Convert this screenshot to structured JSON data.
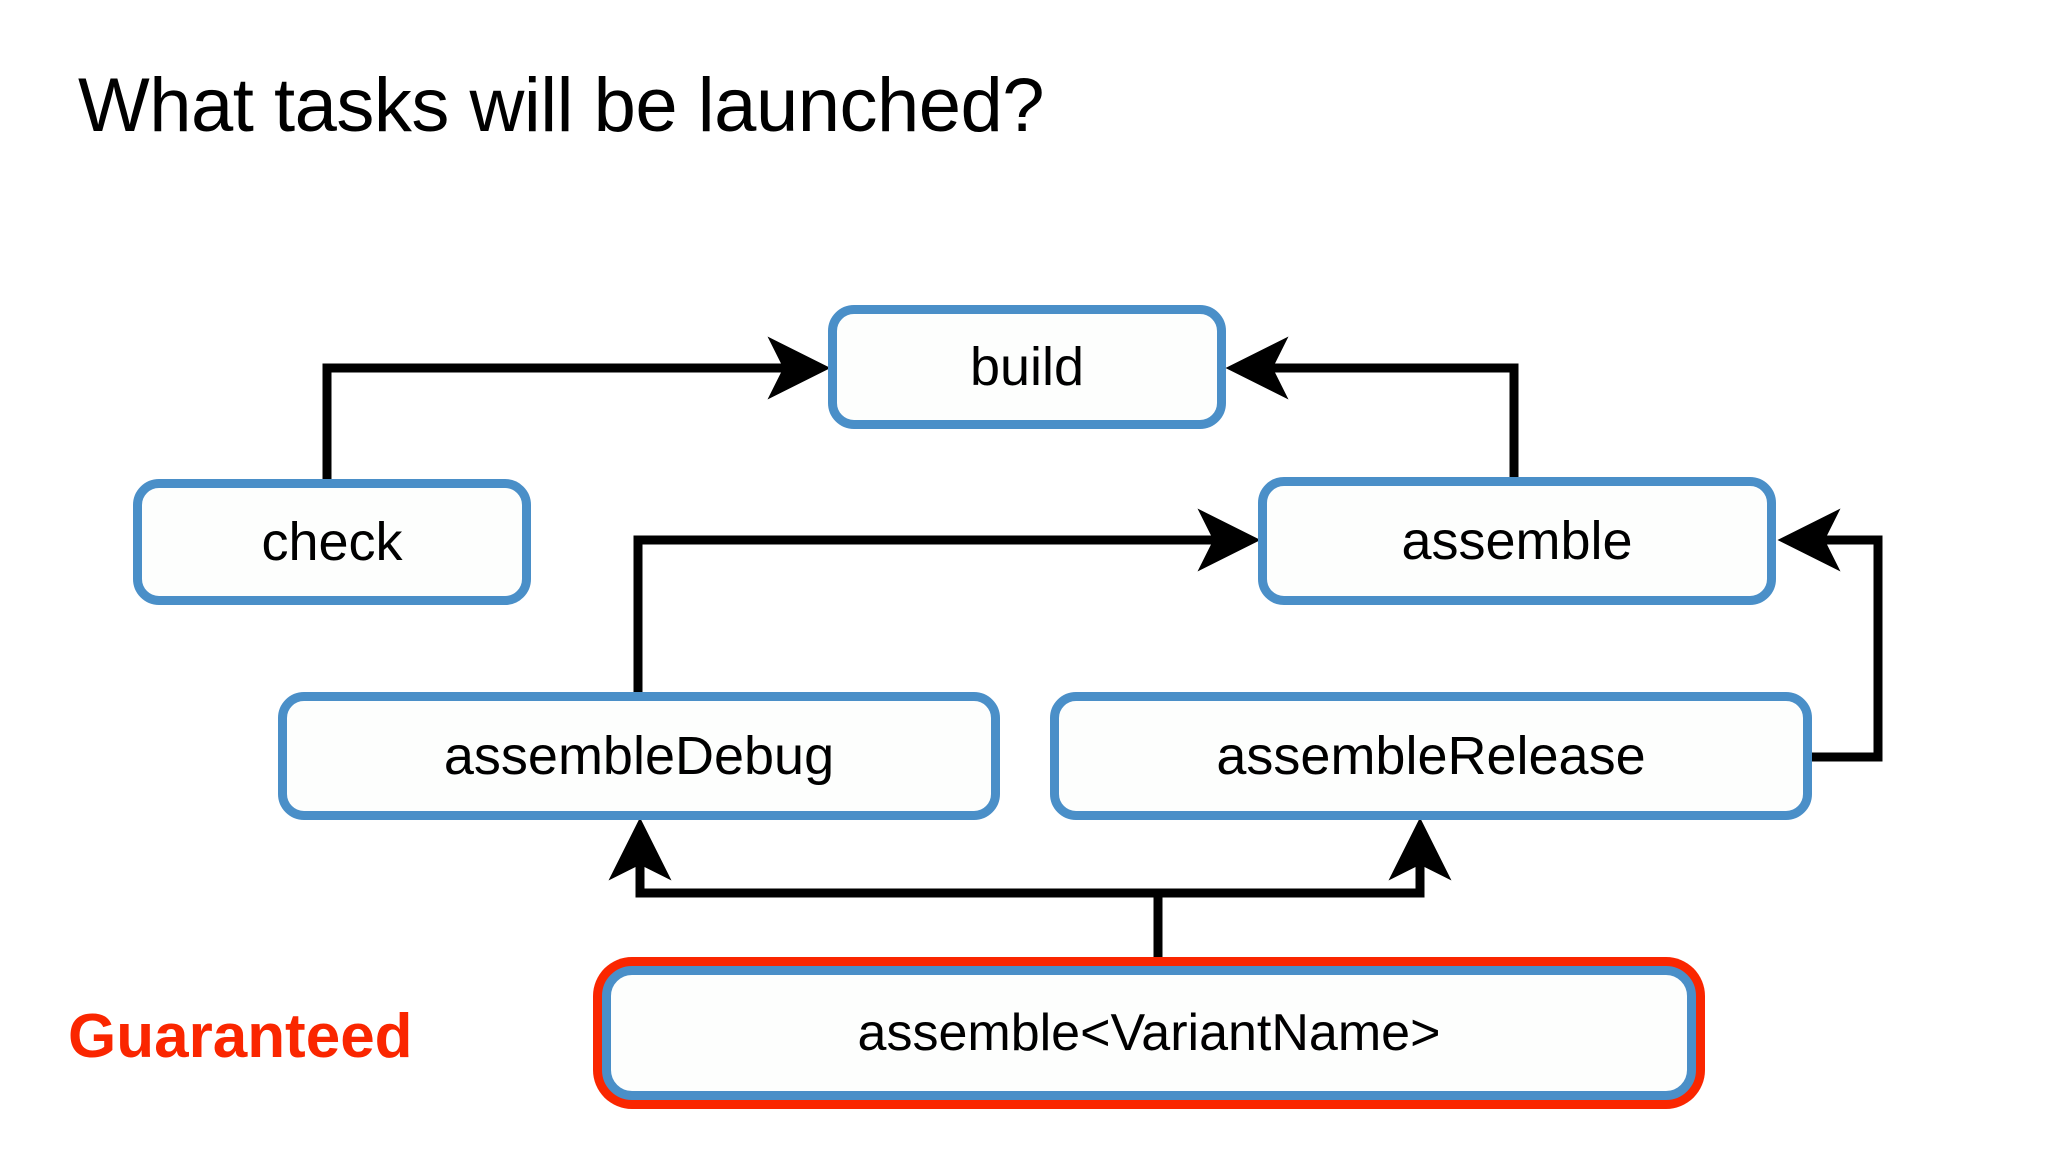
{
  "slide": {
    "title": "What tasks will be launched?",
    "background_color": "#ffffff"
  },
  "annotation": {
    "guaranteed_label": "Guaranteed",
    "color": "#fa2600"
  },
  "theme": {
    "node_border_color": "#4a8fc8",
    "node_fill_color": "#fdfefd",
    "highlight_border_color": "#fa2600",
    "connector_color": "#000000",
    "text_color": "#000000"
  },
  "diagram": {
    "type": "task-dependency-graph",
    "nodes": [
      {
        "id": "build",
        "label": "build"
      },
      {
        "id": "check",
        "label": "check"
      },
      {
        "id": "assemble",
        "label": "assemble"
      },
      {
        "id": "assembleDebug",
        "label": "assembleDebug"
      },
      {
        "id": "assembleRelease",
        "label": "assembleRelease"
      },
      {
        "id": "assembleVariant",
        "label": "assemble<VariantName>",
        "highlighted": true
      }
    ],
    "edges": [
      {
        "from": "check",
        "to": "build"
      },
      {
        "from": "assemble",
        "to": "build"
      },
      {
        "from": "assembleDebug",
        "to": "assemble"
      },
      {
        "from": "assembleRelease",
        "to": "assemble"
      },
      {
        "from": "assembleVariant",
        "to": "assembleDebug"
      },
      {
        "from": "assembleVariant",
        "to": "assembleRelease"
      }
    ]
  }
}
